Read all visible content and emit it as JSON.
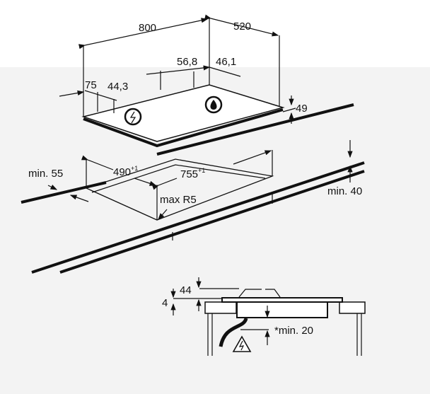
{
  "hob_view": {
    "width": "800",
    "depth": "520",
    "gas_offset_left": "56,8",
    "gas_offset_back": "46,1",
    "elec_offset_left": "75",
    "elec_offset_back": "44,3",
    "height": "49",
    "electric_symbol": "electric-connection-icon",
    "gas_symbol": "gas-connection-icon"
  },
  "cutout_view": {
    "min_front": "min. 55",
    "cut_depth": "490",
    "cut_depth_tol": "+1",
    "cut_width": "755",
    "cut_width_tol": "+1",
    "corner_radius": "max R5",
    "min_worktop": "min. 40"
  },
  "section_view": {
    "height_above": "44",
    "seal": "4",
    "min_clearance": "*min. 20",
    "warning_symbol": "electric-warning-icon"
  }
}
